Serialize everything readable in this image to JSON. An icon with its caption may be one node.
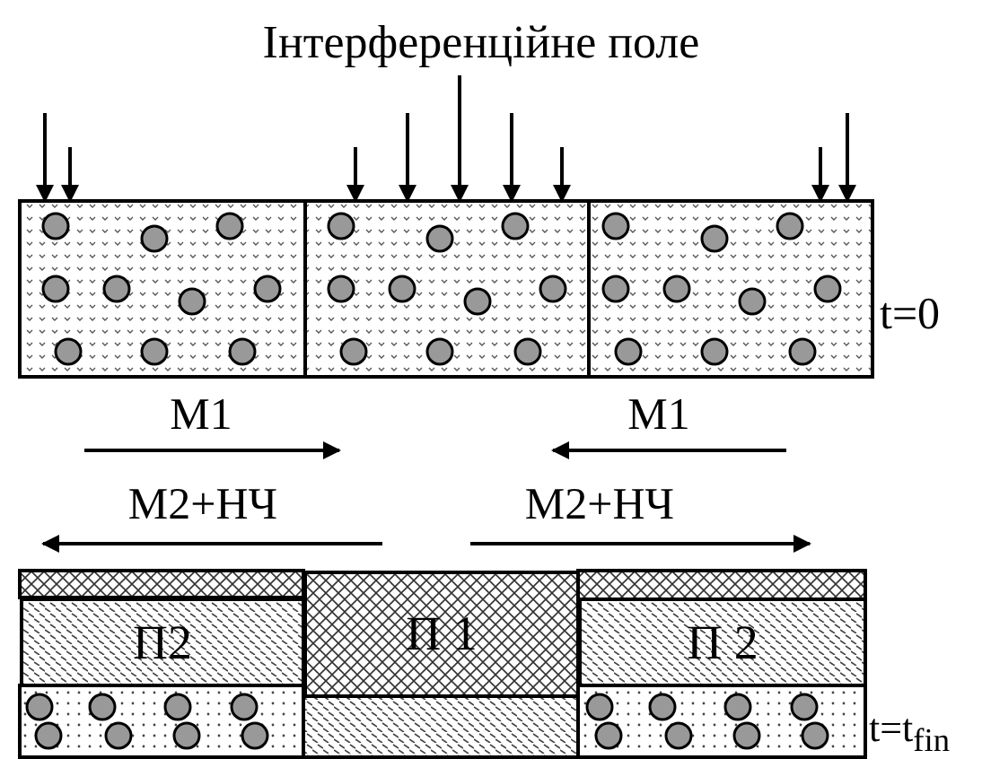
{
  "diagram": {
    "title": "Інтерференційне поле",
    "nodes": [
      {
        "text": [
          "П2"
        ]
      },
      {
        "text": [
          "П 1"
        ]
      },
      {
        "text": [
          "П 2"
        ]
      }
    ],
    "labels": [
      "t=0",
      "М1",
      "М1",
      "М2+НЧ",
      "М2+НЧ",
      "t=t$_{fin}$"
    ]
  }
}
